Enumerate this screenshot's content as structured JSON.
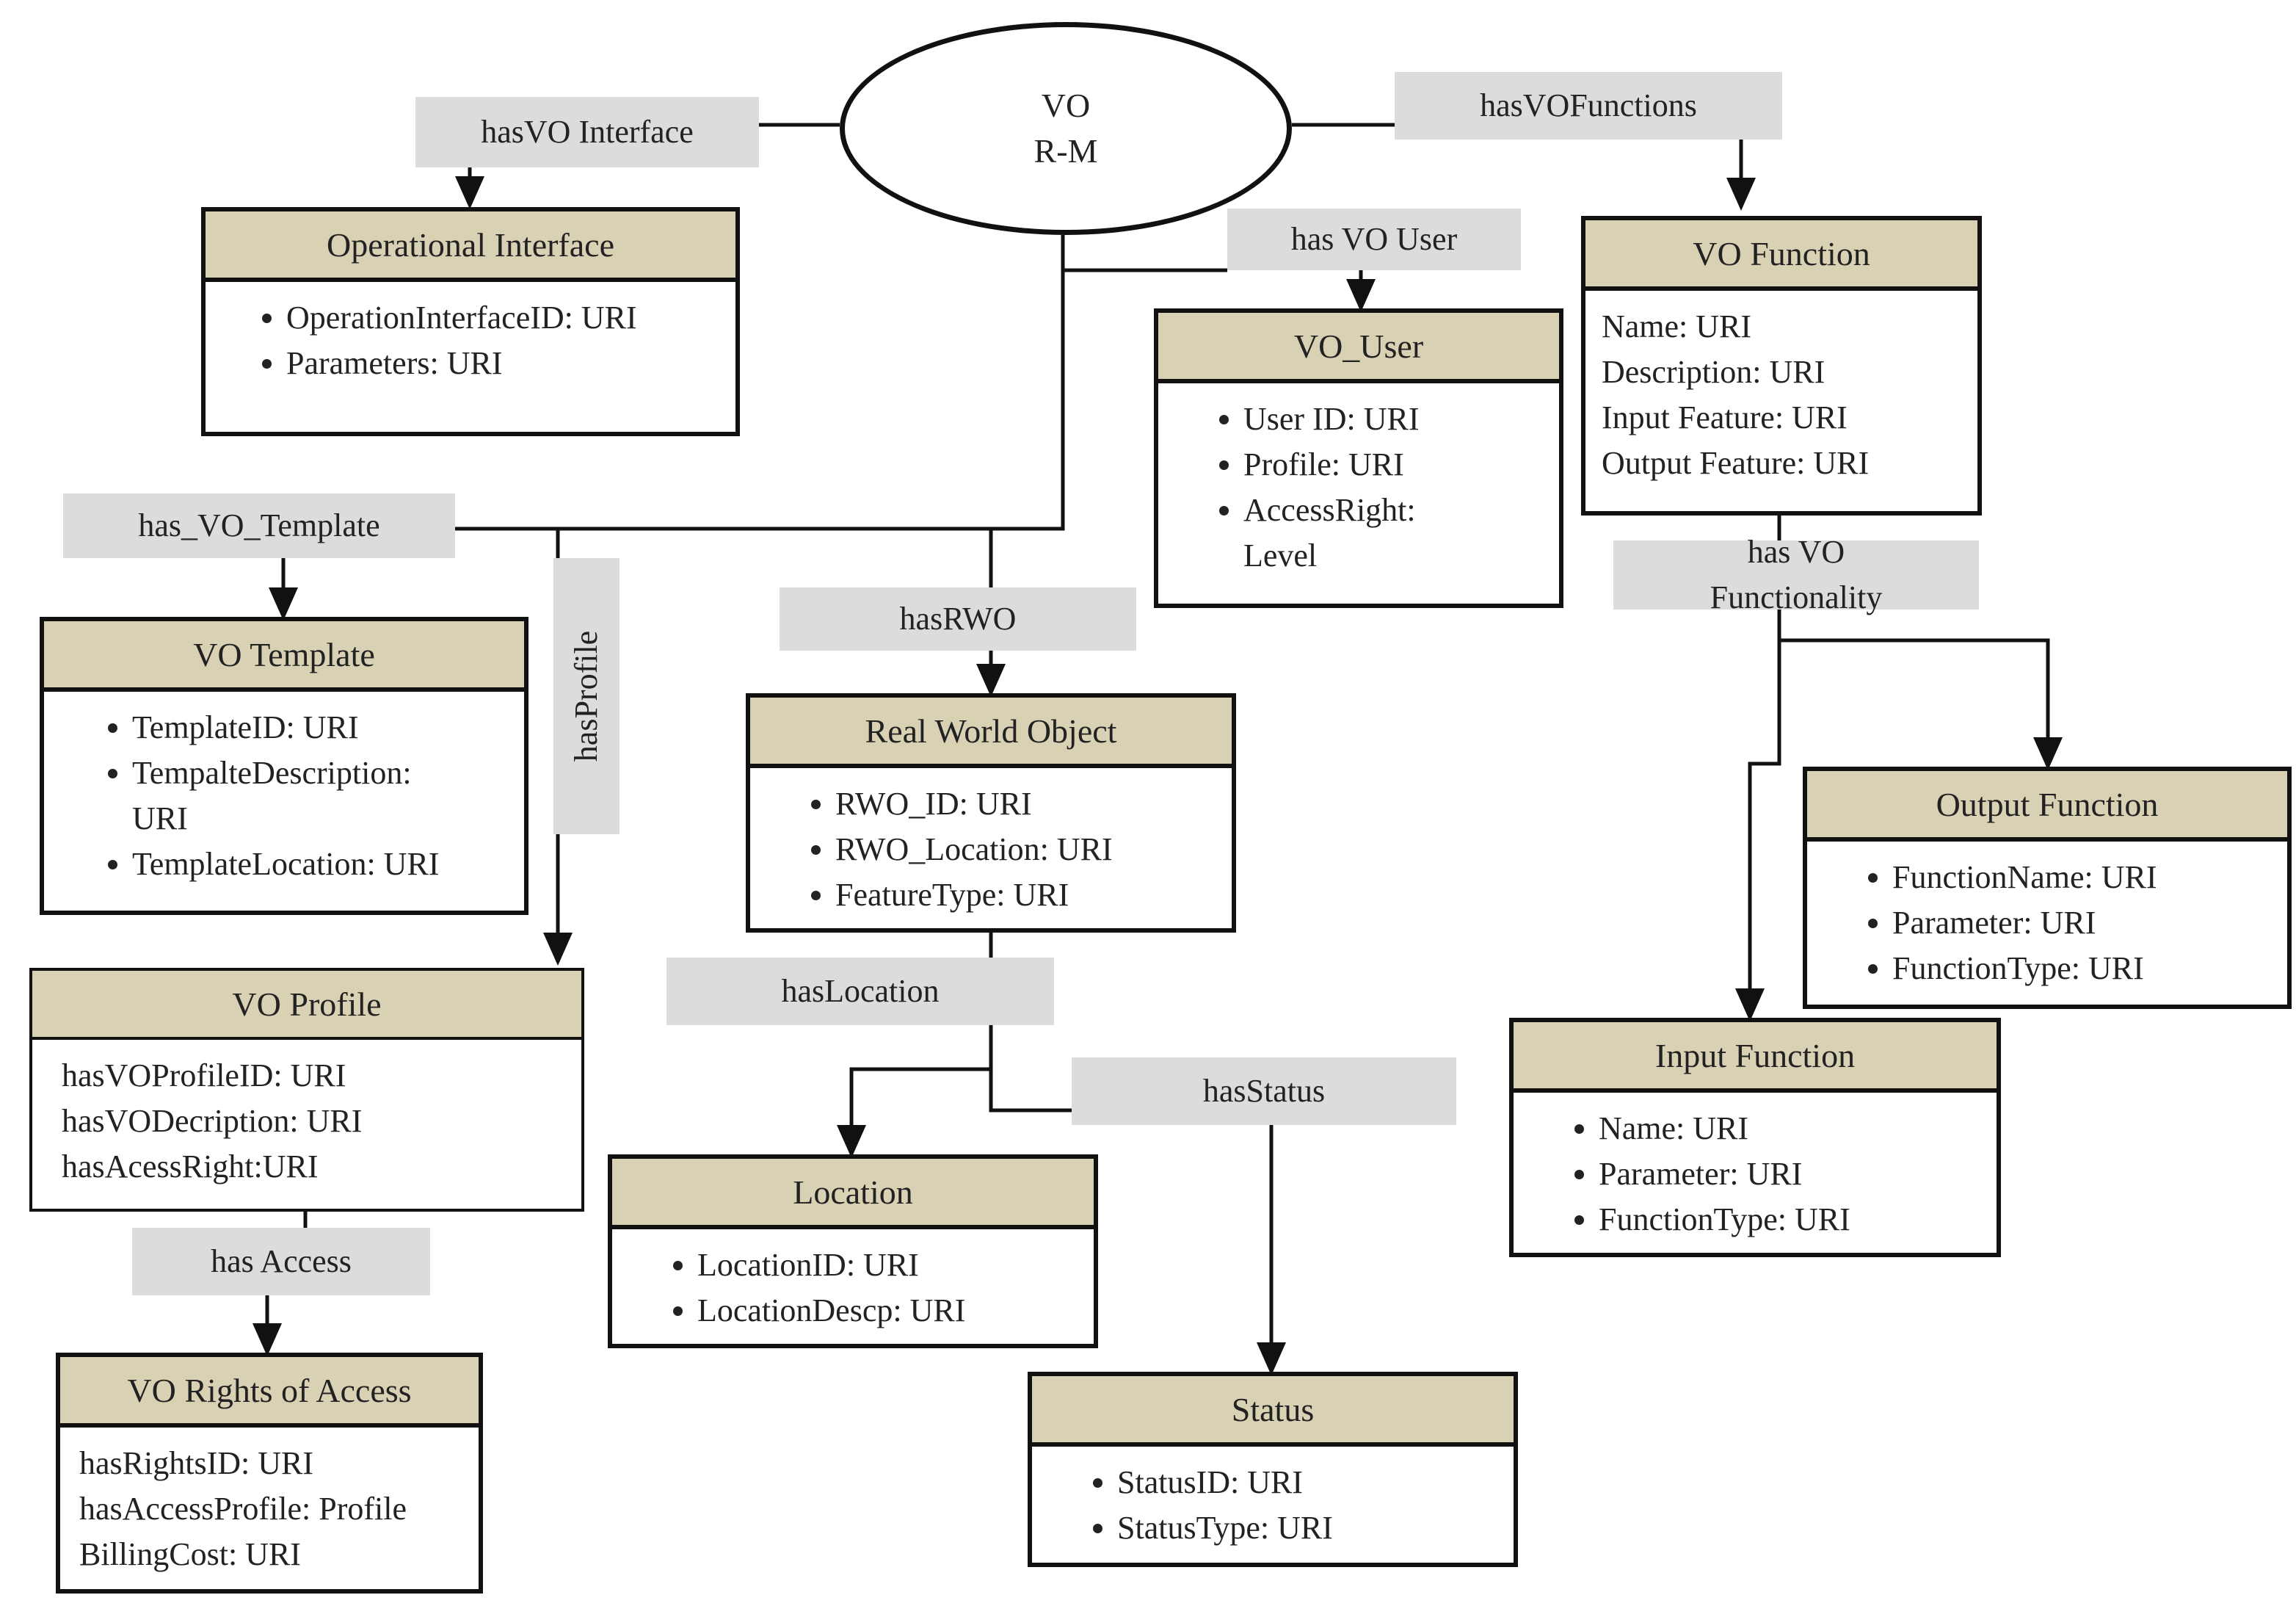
{
  "root": {
    "line1": "VO",
    "line2": "R-M"
  },
  "labels": {
    "has_vo_interface": "hasVO  Interface",
    "has_vo_functions": "hasVOFunctions",
    "has_vo_user": "has VO User",
    "has_vo_template": "has_VO_Template",
    "has_profile": "hasProfile",
    "has_rwo": "hasRWO",
    "has_vo_functionality_1": "has VO",
    "has_vo_functionality_2": "Functionality",
    "has_location": "hasLocation",
    "has_status": "hasStatus",
    "has_access": "has Access"
  },
  "entities": {
    "operational_interface": {
      "title": "Operational  Interface",
      "items": [
        "OperationInterfaceID:  URI",
        "Parameters: URI"
      ]
    },
    "vo_function": {
      "title": "VO Function",
      "items": [
        "Name:  URI",
        "Description:  URI",
        "Input Feature:  URI",
        "Output Feature:  URI"
      ]
    },
    "vo_user": {
      "title": "VO_User",
      "items": [
        "User ID: URI",
        "Profile:  URI",
        "AccessRight:",
        "Level"
      ]
    },
    "vo_template": {
      "title": "VO Template",
      "items": [
        "TemplateID:  URI",
        "TempalteDescription:",
        "URI",
        "TemplateLocation:  URI"
      ]
    },
    "real_world_object": {
      "title": "Real World Object",
      "items": [
        "RWO_ID: URI",
        "RWO_Location: URI",
        "FeatureType: URI"
      ]
    },
    "output_function": {
      "title": "Output Function",
      "items": [
        "FunctionName:  URI",
        "Parameter:  URI",
        "FunctionType: URI"
      ]
    },
    "vo_profile": {
      "title": "VO Profile",
      "items": [
        "hasVOProfileID:  URI",
        "hasVODecription:  URI",
        "hasAcessRight:URI"
      ]
    },
    "input_function": {
      "title": "Input Function",
      "items": [
        "Name:  URI",
        "Parameter:  URI",
        "FunctionType: URI"
      ]
    },
    "location": {
      "title": "Location",
      "items": [
        "LocationID:  URI",
        "LocationDescp: URI"
      ]
    },
    "vo_rights_of_access": {
      "title": "VO Rights of Access",
      "items": [
        "hasRightsID:  URI",
        "hasAccessProfile: Profile",
        "BillingCost:  URI"
      ]
    },
    "status": {
      "title": "Status",
      "items": [
        "StatusID: URI",
        "StatusType: URI"
      ]
    }
  }
}
